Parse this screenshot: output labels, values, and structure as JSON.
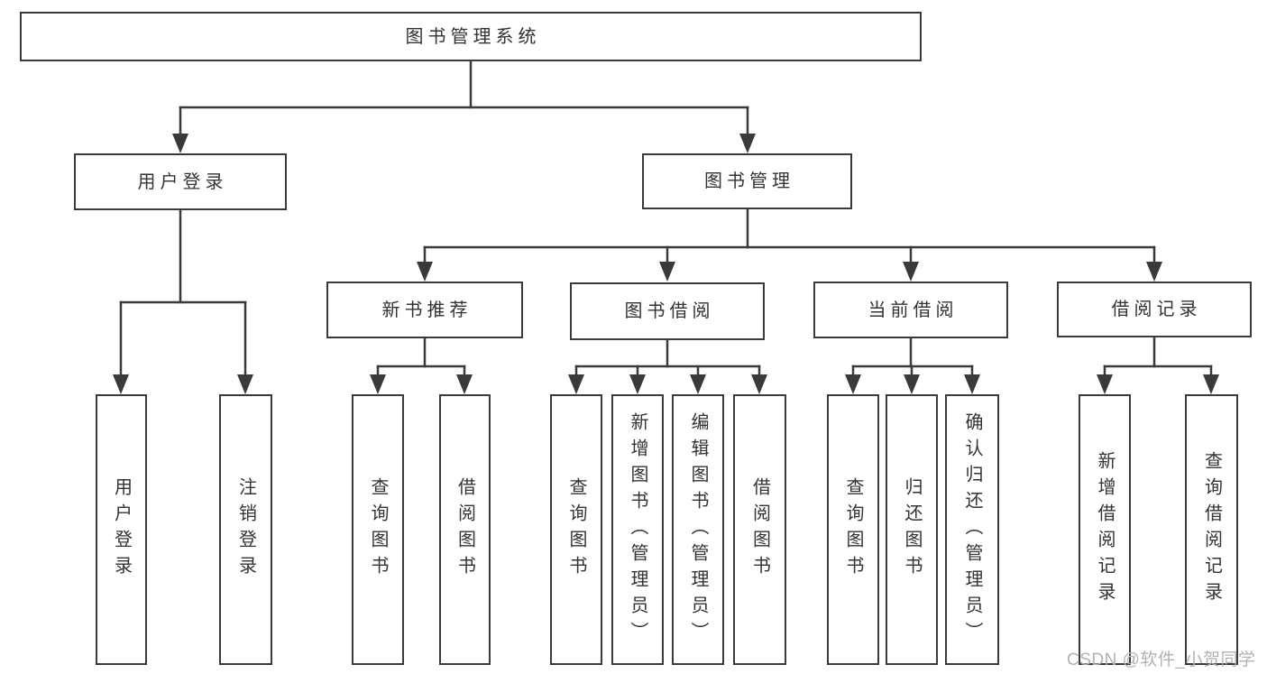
{
  "tree": {
    "label": "图书管理系统",
    "children": [
      {
        "label": "用户登录",
        "children": [
          {
            "label": "用户登录"
          },
          {
            "label": "注销登录"
          }
        ]
      },
      {
        "label": "图书管理",
        "children": [
          {
            "label": "新书推荐",
            "children": [
              {
                "label": "查询图书"
              },
              {
                "label": "借阅图书"
              }
            ]
          },
          {
            "label": "图书借阅",
            "children": [
              {
                "label": "查询图书"
              },
              {
                "label": "新增图书（管理员）"
              },
              {
                "label": "编辑图书（管理员）"
              },
              {
                "label": "借阅图书"
              }
            ]
          },
          {
            "label": "当前借阅",
            "children": [
              {
                "label": "查询图书"
              },
              {
                "label": "归还图书"
              },
              {
                "label": "确认归还（管理员）"
              }
            ]
          },
          {
            "label": "借阅记录",
            "children": [
              {
                "label": "新增借阅记录"
              },
              {
                "label": "查询借阅记录"
              }
            ]
          }
        ]
      }
    ]
  },
  "watermark": "CSDN @软件_小贺同学",
  "colors": {
    "line": "#3a3a3a",
    "text": "#333333",
    "box_background": "#ffffff",
    "watermark": "#b2b2b2",
    "page_background": "#ffffff"
  }
}
